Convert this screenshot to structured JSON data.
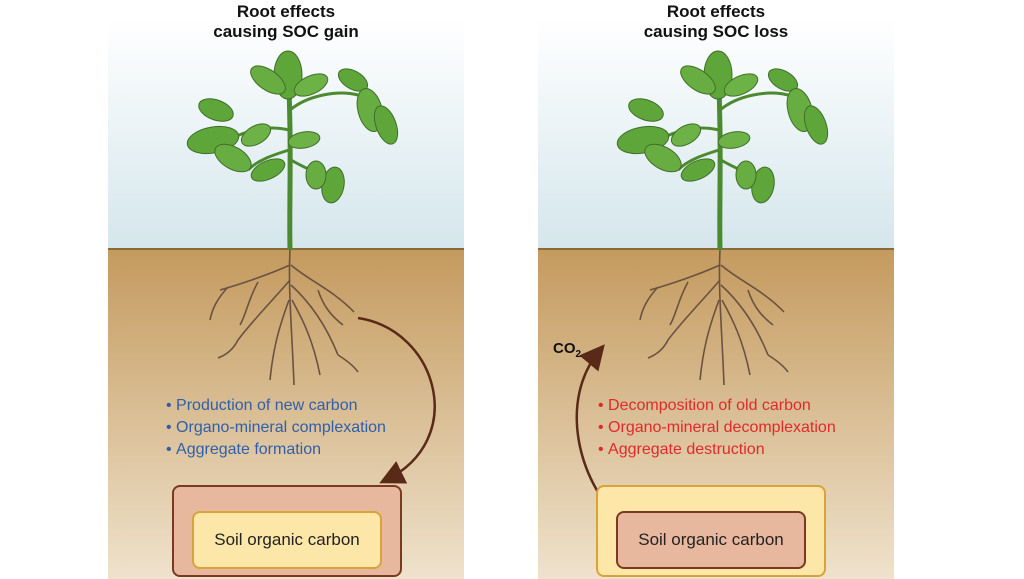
{
  "panels": {
    "gain": {
      "title_line1": "Root effects",
      "title_line2": "causing SOC gain",
      "bullets": [
        "Production of new carbon",
        "Organo-mineral complexation",
        "Aggregate formation"
      ],
      "box_label": "Soil organic carbon",
      "bullet_color": "#2f5fa8"
    },
    "loss": {
      "title_line1": "Root effects",
      "title_line2": "causing SOC loss",
      "bullets": [
        "Decomposition of old carbon",
        "Organo-mineral decomplexation",
        "Aggregate destruction"
      ],
      "box_label": "Soil organic carbon",
      "co2_main": "CO",
      "co2_sub": "2",
      "bullet_color": "#e02a2a"
    }
  },
  "colors": {
    "sky": "#d8e9ee",
    "soil": "#c9a46b",
    "leaf": "#5fa63a",
    "root": "#6b5240",
    "arrow": "#5a2a18"
  }
}
